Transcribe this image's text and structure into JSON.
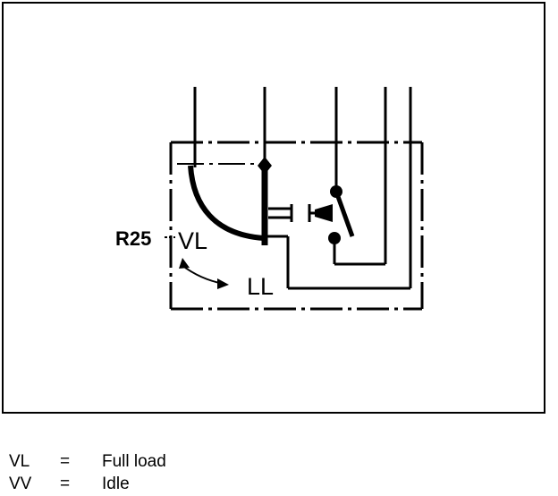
{
  "diagram": {
    "labels": {
      "resistor": "R25",
      "full_load_contact": "VL",
      "idle_contact": "LL"
    }
  },
  "legend": [
    {
      "abbr": "VL",
      "eq": "=",
      "desc": "Full load"
    },
    {
      "abbr": "VV",
      "eq": "=",
      "desc": "Idle"
    }
  ]
}
